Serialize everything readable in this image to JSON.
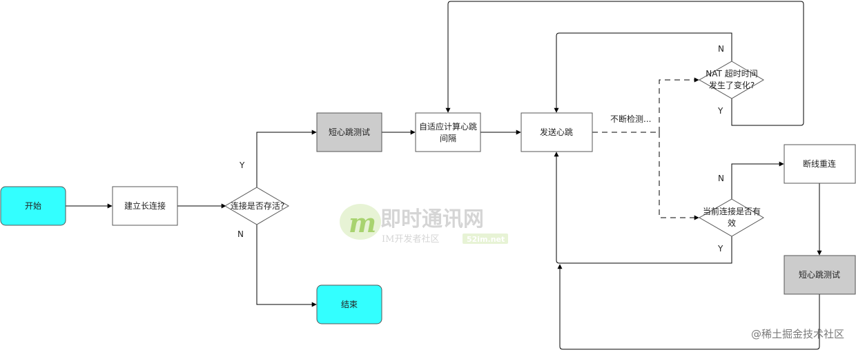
{
  "nodes": {
    "start": "开始",
    "establish": "建立长连接",
    "alive_check": "连接是否存活?",
    "short_test_1": "短心跳测试",
    "end": "结束",
    "adaptive_line1": "自适应计算心跳",
    "adaptive_line2": "间隔",
    "send_heartbeat": "发送心跳",
    "nat_line1": "NAT 超时时间",
    "nat_line2": "发生了变化?",
    "valid_line1": "当前连接是否有",
    "valid_line2": "效",
    "reconnect": "断线重连",
    "short_test_2": "短心跳测试"
  },
  "edge_labels": {
    "alive_yes": "Y",
    "alive_no": "N",
    "detect": "不断检测...",
    "nat_no": "N",
    "nat_yes": "Y",
    "valid_no": "N",
    "valid_yes": "Y"
  },
  "watermark": {
    "title": "即时通讯网",
    "subtitle": "IM开发者社区",
    "site": "52im.net"
  },
  "footer": {
    "credit": "@稀土掘金技术社区"
  },
  "colors": {
    "terminal_fill": "#33ffff",
    "gray_fill": "#cccccc",
    "white_fill": "#ffffff",
    "stroke": "#555555",
    "line": "#000000",
    "watermark_green": "#8cc53f",
    "watermark_gray": "#c8c8c8"
  }
}
